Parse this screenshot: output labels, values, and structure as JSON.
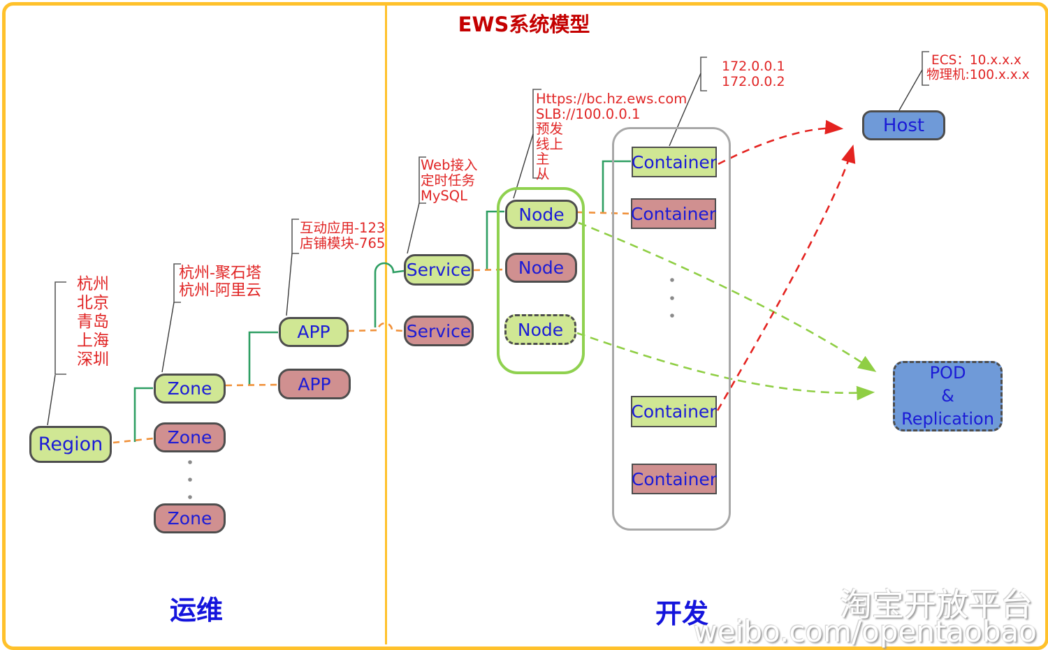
{
  "title": "EWS系统模型",
  "section_labels": {
    "left": "运维",
    "right": "开发"
  },
  "watermark": {
    "line1": "淘宝开放平台",
    "line2": "weibo.com/opentaobao"
  },
  "box_labels": {
    "region": "Region",
    "zone": "Zone",
    "app": "APP",
    "service": "Service",
    "node": "Node",
    "container": "Container",
    "host": "Host",
    "pod": [
      "POD",
      "&",
      "Replication"
    ]
  },
  "annotations": {
    "region": [
      "杭州",
      "北京",
      "青岛",
      "上海",
      "深圳"
    ],
    "zone": [
      "杭州-聚石塔",
      "杭州-阿里云"
    ],
    "app": [
      "互动应用-123",
      "店铺模块-765"
    ],
    "service": [
      "Web接入",
      "定时任务",
      "MySQL"
    ],
    "node": [
      "Https://bc.hz.ews.com",
      "SLB://100.0.0.1",
      "预发",
      "线上",
      "主",
      "从"
    ],
    "container": [
      "172.0.0.1",
      "172.0.0.2"
    ],
    "host": [
      "ECS：10.x.x.x",
      "物理机:100.x.x.x"
    ]
  },
  "colors": {
    "green_box_fill": "#d0e794",
    "pink_box_fill": "#d09090",
    "blue_box_fill": "#6f9ad8",
    "box_border": "#4d4d4d",
    "box_label_blue": "#1b1bd6",
    "annotation_red": "#e02424",
    "title_red": "#c40000",
    "section_label_blue": "#1414dc",
    "yellow_frame": "#ffc12b",
    "green_connector": "#2d9e62",
    "orange_dashed": "#f0913a",
    "lime_dashed": "#8fce44",
    "red_dashed": "#e42320",
    "gray_frame": "#a8a8a8"
  }
}
